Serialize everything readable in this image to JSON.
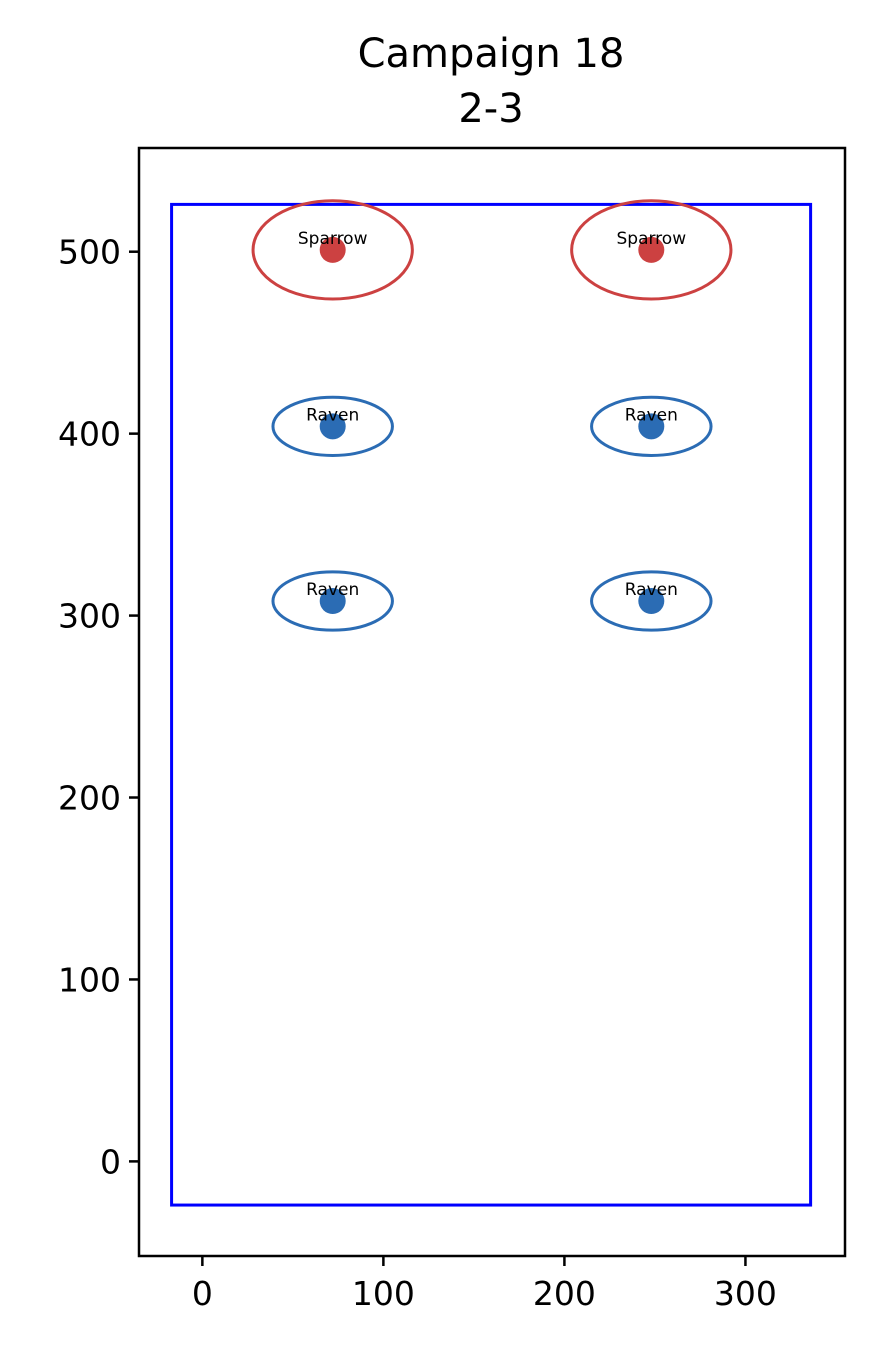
{
  "chart_data": {
    "type": "scatter",
    "title_lines": [
      "Campaign 18",
      "2-3"
    ],
    "xlabel": "",
    "ylabel": "",
    "xlim": [
      -35,
      355
    ],
    "ylim": [
      -52,
      557
    ],
    "x_ticks": [
      0,
      100,
      200,
      300
    ],
    "y_ticks": [
      0,
      100,
      200,
      300,
      400,
      500
    ],
    "x_tick_labels": [
      "0",
      "100",
      "200",
      "300"
    ],
    "y_tick_labels": [
      "0",
      "100",
      "200",
      "300",
      "400",
      "500"
    ],
    "grid": false,
    "boundary": {
      "x0": -17,
      "x1": 336,
      "y0": -24,
      "y1": 526,
      "color": "#0000ff"
    },
    "points": [
      {
        "label": "Sparrow",
        "x": 72,
        "y": 501,
        "color": "#cc4141",
        "ring_rx": 44,
        "ring_ry": 27
      },
      {
        "label": "Sparrow",
        "x": 248,
        "y": 501,
        "color": "#cc4141",
        "ring_rx": 44,
        "ring_ry": 27
      },
      {
        "label": "Raven",
        "x": 72,
        "y": 404,
        "color": "#2b6cb4",
        "ring_rx": 33,
        "ring_ry": 16
      },
      {
        "label": "Raven",
        "x": 248,
        "y": 404,
        "color": "#2b6cb4",
        "ring_rx": 33,
        "ring_ry": 16
      },
      {
        "label": "Raven",
        "x": 72,
        "y": 308,
        "color": "#2b6cb4",
        "ring_rx": 33,
        "ring_ry": 16
      },
      {
        "label": "Raven",
        "x": 248,
        "y": 308,
        "color": "#2b6cb4",
        "ring_rx": 33,
        "ring_ry": 16
      }
    ]
  }
}
